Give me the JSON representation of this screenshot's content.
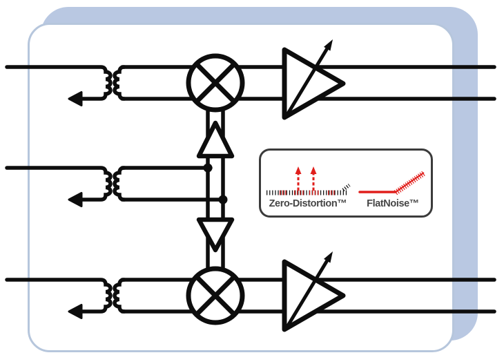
{
  "badge": {
    "items": [
      {
        "id": "zero-distortion",
        "label": "Zero-Distortion™"
      },
      {
        "id": "flatnoise",
        "label": "FlatNoise™"
      }
    ]
  },
  "icons": [
    "transformer-icon",
    "mixer-icon",
    "variable-gain-amplifier-icon",
    "lo-buffer-up-icon",
    "lo-buffer-down-icon",
    "junction-dot",
    "arrow-terminator-icon",
    "spectrum-arrows-icon",
    "noise-slope-icon"
  ],
  "colors": {
    "panel_blue": "#b9c8e2",
    "panel_border_blue": "#b6c6dc",
    "wire_black": "#0d0d0d",
    "badge_border_gray": "#3b3b3b",
    "accent_red": "#e01f1c",
    "label_gray": "#464646"
  }
}
